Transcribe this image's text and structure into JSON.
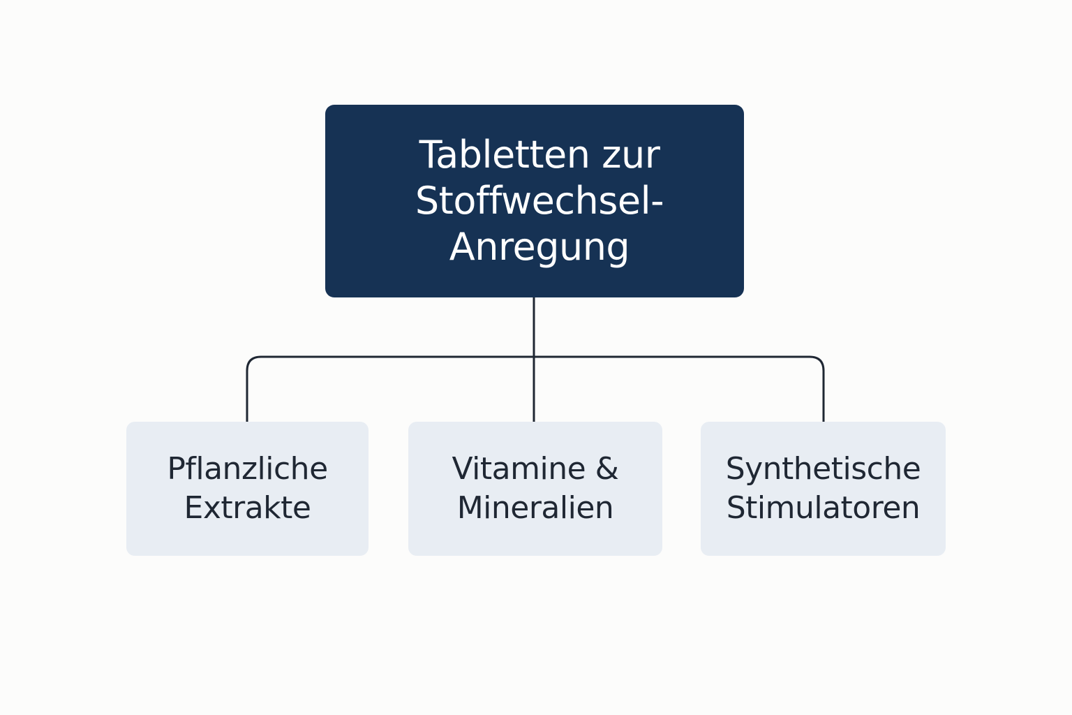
{
  "diagram": {
    "root": {
      "label": "Tabletten zur\nStoffwechsel-\nAnregung"
    },
    "children": [
      {
        "label": "Pflanzliche\nExtrakte"
      },
      {
        "label": "Vitamine &\nMineralien"
      },
      {
        "label": "Synthetische\nStimulatoren"
      }
    ]
  },
  "colors": {
    "background": "#fcfcfb",
    "root_fill": "#163254",
    "root_text": "#ffffff",
    "child_fill": "#e8edf3",
    "child_text": "#1f2733",
    "connector": "#1f2733"
  }
}
